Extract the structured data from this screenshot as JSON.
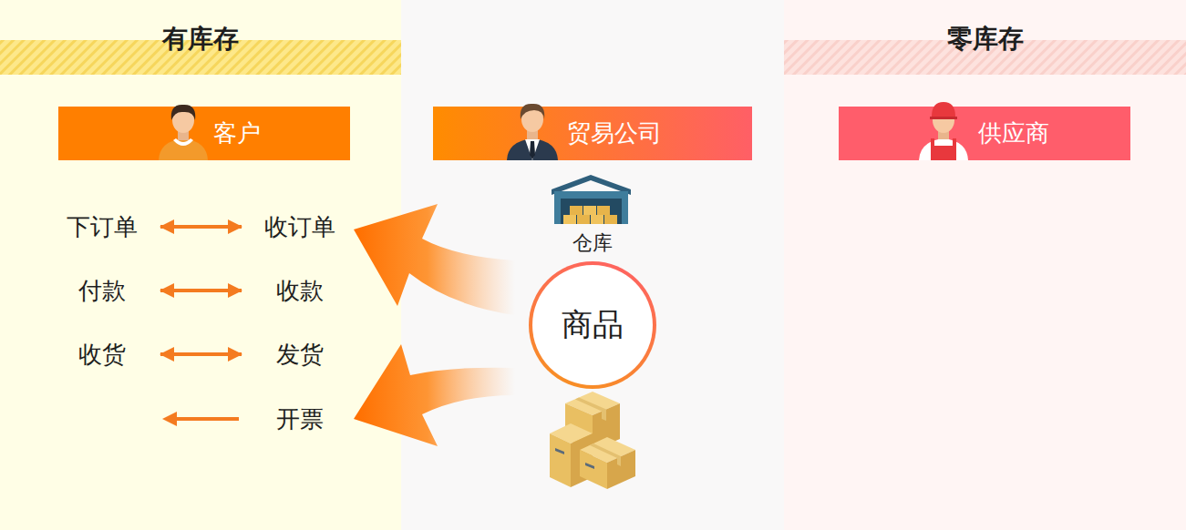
{
  "diagram": {
    "nodes": [
      {
        "text": [
          "有库存"
        ]
      },
      {
        "text": [
          "客户"
        ],
        "in": 0
      },
      {
        "text": [
          "贸易公司"
        ]
      },
      {
        "text": [
          "零库存"
        ]
      },
      {
        "text": [
          "供应商"
        ],
        "in": 3
      },
      {
        "text": [
          "下订单"
        ],
        "in": 0
      },
      {
        "text": [
          "收订单"
        ],
        "in": 0
      },
      {
        "text": [
          "付款"
        ],
        "in": 0
      },
      {
        "text": [
          "收款"
        ],
        "in": 0
      },
      {
        "text": [
          "收货"
        ],
        "in": 0
      },
      {
        "text": [
          "发货"
        ],
        "in": 0
      },
      {
        "text": [
          "开票"
        ],
        "in": 0
      },
      {
        "text": [
          "商品"
        ]
      }
    ],
    "edges": [
      {
        "from": 5,
        "to": 6,
        "arrow": "both"
      },
      {
        "from": 7,
        "to": 8,
        "arrow": "both"
      },
      {
        "from": 9,
        "to": 10,
        "arrow": "both"
      }
    ],
    "labels": [
      "仓库"
    ]
  }
}
